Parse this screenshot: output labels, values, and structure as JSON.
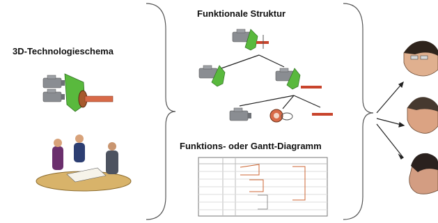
{
  "labels": {
    "left_title": "3D-Technologieschema",
    "center_title": "Funktionale Struktur",
    "gantt_title": "Funktions- oder Gantt-Diagramm"
  },
  "colors": {
    "belt_green": "#59b93d",
    "motor_grey": "#8a8d92",
    "shaft_red": "#c8442c",
    "bracket_grey": "#555555"
  },
  "icons": [
    "motor-drive-icon",
    "meeting-people-icon",
    "person-face-icon"
  ]
}
